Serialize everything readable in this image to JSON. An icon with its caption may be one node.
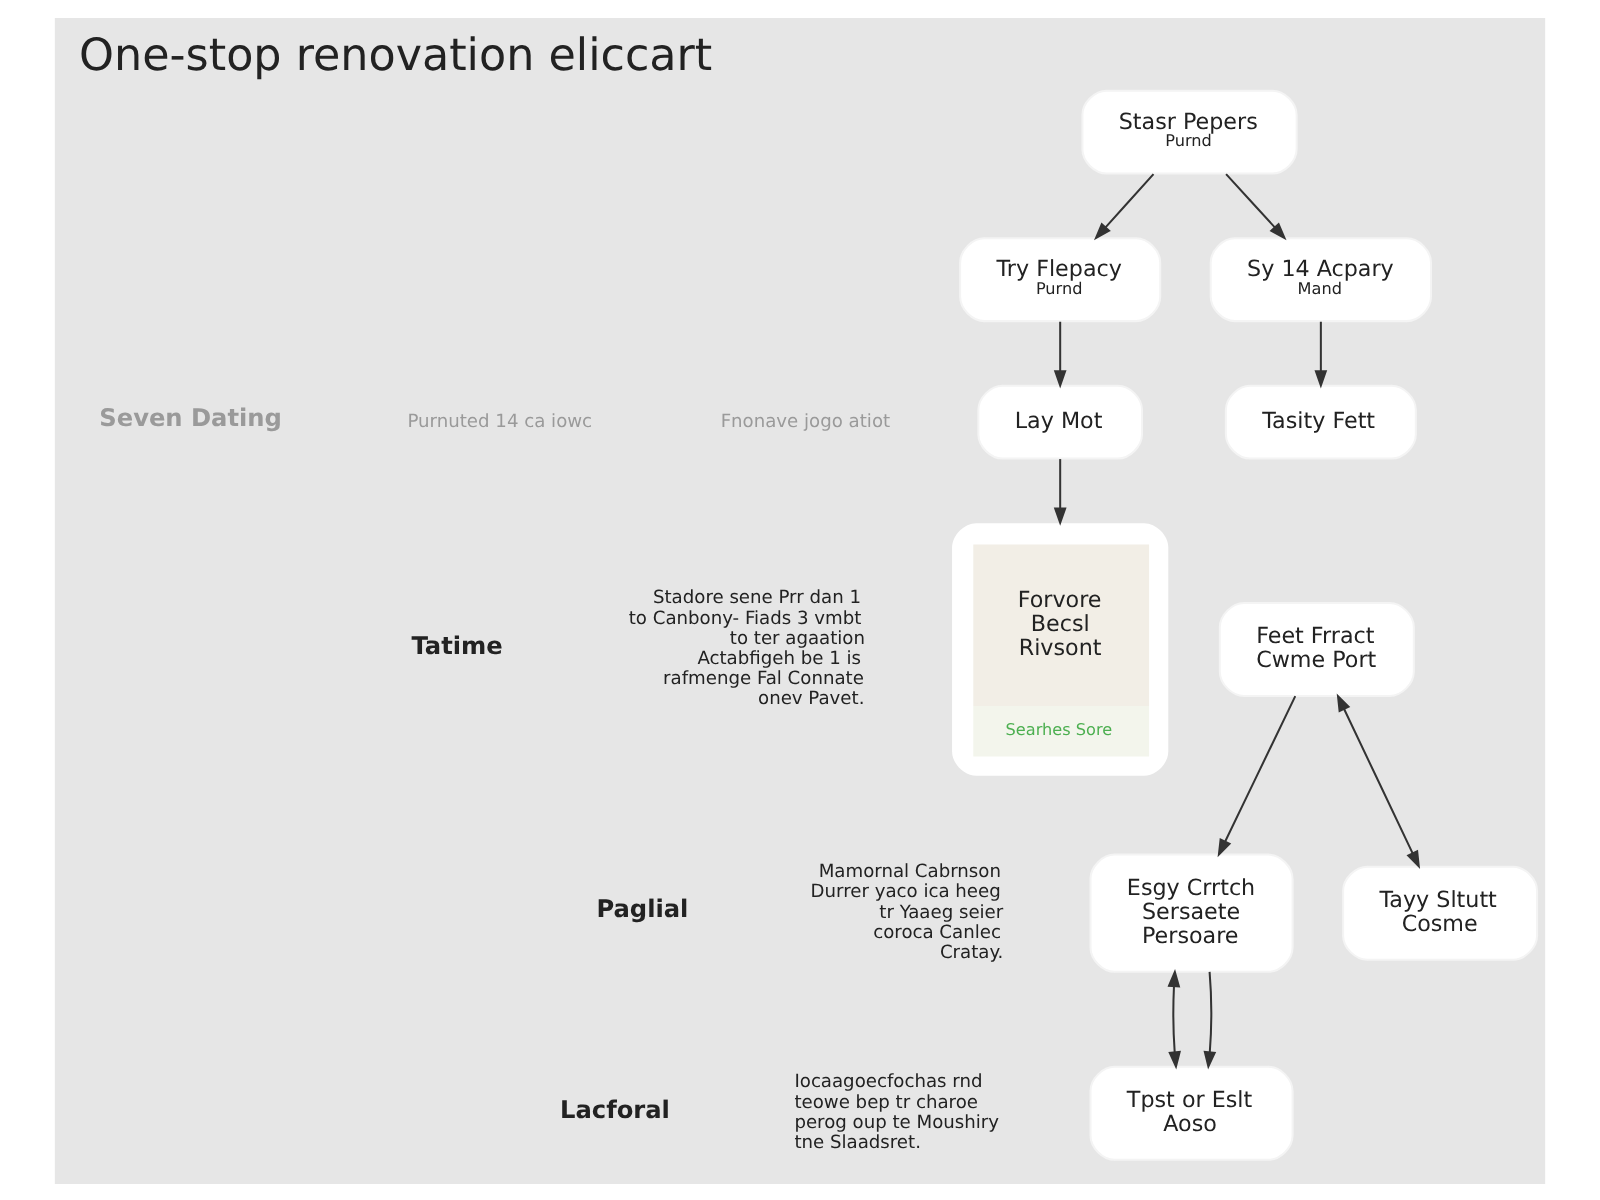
{
  "diagram": {
    "title": "One-stop renovation eliccart",
    "nodes": [
      {
        "text": [
          "Stasr Pepers",
          "Purnd"
        ]
      },
      {
        "text": [
          "Try Flepacy",
          "Purnd"
        ]
      },
      {
        "text": [
          "Sy 14 Acpary",
          "Mand"
        ]
      },
      {
        "text": [
          "Lay Mot"
        ]
      },
      {
        "text": [
          "Tasity Fett"
        ]
      },
      {
        "text": [
          "Forvore Becsl Rivsont",
          "Searhes Sore"
        ]
      },
      {
        "text": [
          "Feet Frract Cwme Port"
        ]
      },
      {
        "text": [
          "Esgy Crrtch Sersaete Persoare"
        ]
      },
      {
        "text": [
          "Tayy Sltutt Cosme"
        ]
      },
      {
        "text": [
          "Tpst or Eslt Aoso"
        ]
      }
    ],
    "edges": [
      {
        "from": 0,
        "to": 1,
        "arrow": "to"
      },
      {
        "from": 0,
        "to": 2,
        "arrow": "to"
      },
      {
        "from": 1,
        "to": 3,
        "arrow": "to"
      },
      {
        "from": 2,
        "to": 4,
        "arrow": "to"
      },
      {
        "from": 3,
        "to": 5,
        "arrow": "to"
      },
      {
        "from": 6,
        "to": 7,
        "arrow": "to"
      },
      {
        "from": 6,
        "to": 8,
        "arrow": "both"
      },
      {
        "from": 7,
        "to": 9,
        "arrow": "both"
      },
      {
        "from": 7,
        "to": 9,
        "arrow": "to"
      }
    ],
    "labels": [
      "Seven Dating",
      "Purnuted 14 ca iowc",
      "Fnonave jogo atiot",
      "Tatime",
      "Stadore sene Prr dan 1 to Canbony- Fiads 3 vmbt to ter agaation Actabfigeh be 1 is rafmenge Fal Connate onev Pavet.",
      "Paglial",
      "Mamornal Cabrnson Durrer yaco ica heeg tr Yaaeg seier coroca Canlec Cratay.",
      "Lacforal",
      "Iocaagoecfochas rnd teowe bep tr charoe perog oup te Moushiry tne Slaadsret."
    ]
  }
}
